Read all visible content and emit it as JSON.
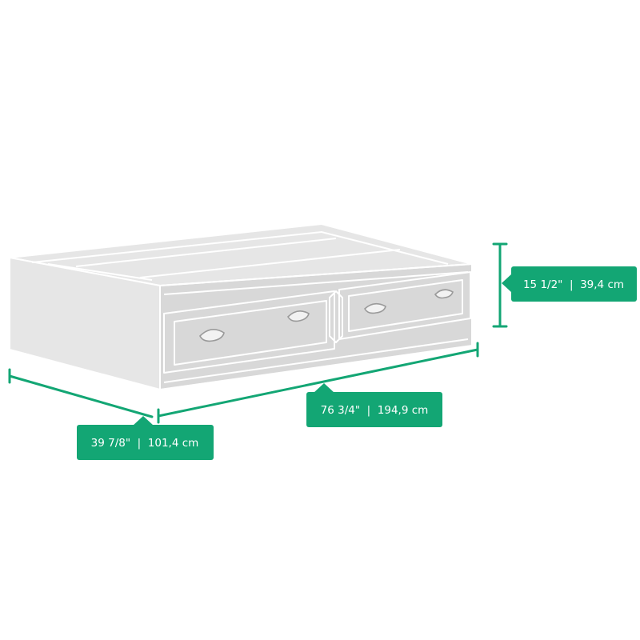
{
  "colors": {
    "accent": "#13A674",
    "furniture_fill": "#E6E6E6",
    "furniture_face": "#D8D8D8",
    "furniture_line": "#FFFFFF",
    "handle": "#9A9A9A"
  },
  "dimensions": {
    "height": "15 1/2\"  |  39,4 cm",
    "length": "76 3/4\"  |  194,9 cm",
    "depth": "39 7/8\"  |  101,4 cm"
  }
}
